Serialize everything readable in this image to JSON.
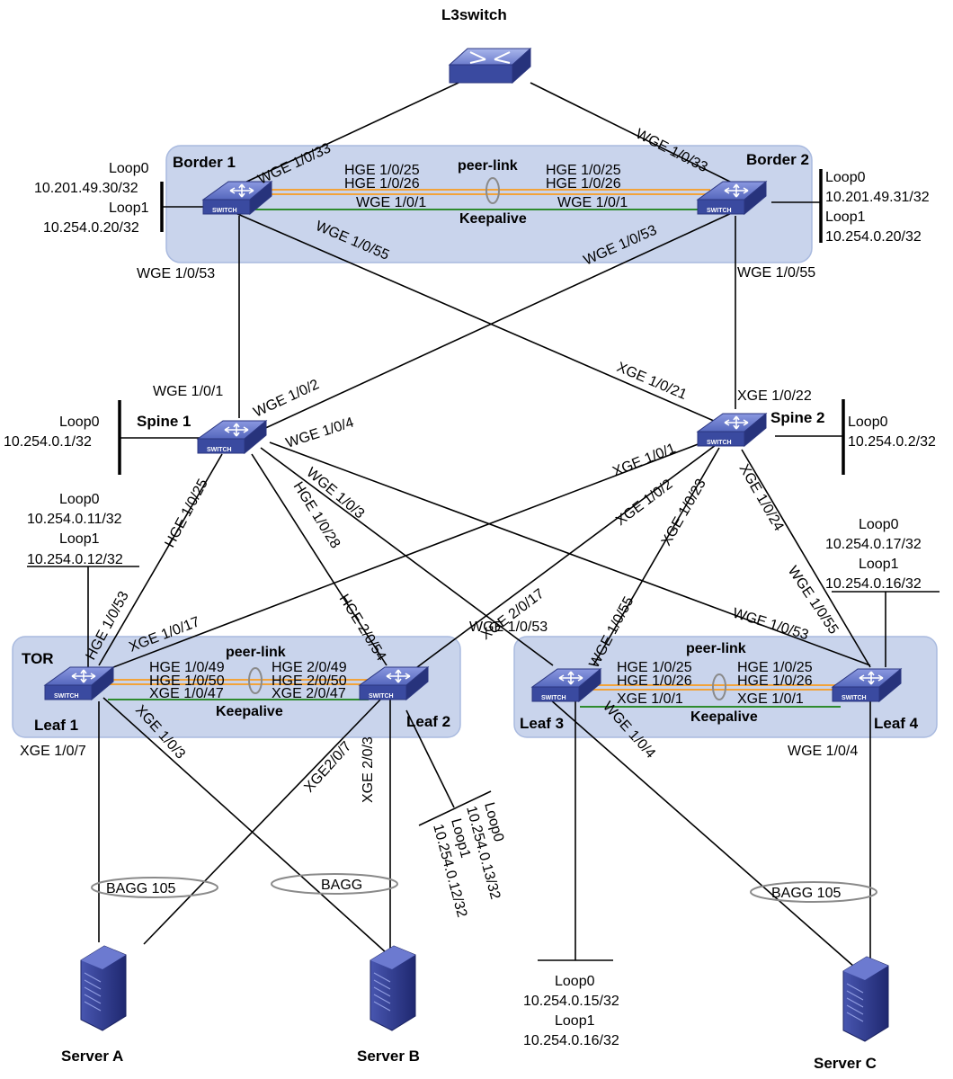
{
  "colors": {
    "region_fill": "#c9d4ec",
    "region_stroke": "#a9badf",
    "peer_link": "#f2a33a",
    "keepalive": "#2e8b2e",
    "switch_body": "#3a4aa0",
    "switch_top": "#6f7fcf",
    "server": "#2f3a8c",
    "bagg_ring": "#8a8a8a"
  },
  "icons": {
    "core": "router-icon",
    "switch": "switch-icon",
    "server": "server-icon"
  },
  "devices": {
    "l3switch": "L3switch",
    "border1": "Border 1",
    "border2": "Border 2",
    "spine1": "Spine 1",
    "spine2": "Spine 2",
    "tor": "TOR",
    "leaf1": "Leaf 1",
    "leaf2": "Leaf 2",
    "leaf3": "Leaf 3",
    "leaf4": "Leaf 4",
    "serverA": "Server A",
    "serverB": "Server B",
    "serverC": "Server C",
    "switch_badge": "SWITCH"
  },
  "ports": {
    "b1_up": "WGE 1/0/33",
    "b2_up": "WGE 1/0/33",
    "b1_hge25": "HGE 1/0/25",
    "b1_hge26": "HGE 1/0/26",
    "b2_hge25": "HGE 1/0/25",
    "b2_hge26": "HGE 1/0/26",
    "b1_wge1": "WGE 1/0/1",
    "b2_wge1": "WGE 1/0/1",
    "b1_53": "WGE 1/0/53",
    "b1_55": "WGE 1/0/55",
    "b2_53": "WGE 1/0/53",
    "b2_55": "WGE 1/0/55",
    "s1_wge1": "WGE 1/0/1",
    "s1_wge2": "WGE 1/0/2",
    "s2_xge21": "XGE 1/0/21",
    "s2_xge22": "XGE 1/0/22",
    "s1_hge25": "HGE 1/0/25",
    "s1_hge28": "HGE 1/0/28",
    "s1_wge3": "WGE 1/0/3",
    "s1_wge4": "WGE 1/0/4",
    "s2_xge1": "XGE 1/0/1",
    "s2_xge2": "XGE 1/0/2",
    "s2_xge23": "XGE 1/0/23",
    "s2_xge24": "XGE 1/0/24",
    "l1_hge53": "HGE 1/0/53",
    "l1_xge17": "XGE 1/0/17",
    "l2_hge54": "HGE 2/0/54",
    "l2_xge17": "XGE 2/0/17",
    "l3_wge53": "WGE 1/0/53",
    "l3_wge55": "WGE 1/0/55",
    "l4_wge53": "WGE 1/0/53",
    "l4_wge55": "WGE 1/0/55",
    "l1_hge49": "HGE 1/0/49",
    "l1_hge50": "HGE 1/0/50",
    "l2_hge49": "HGE 2/0/49",
    "l2_hge50": "HGE 2/0/50",
    "l1_xge47": "XGE 1/0/47",
    "l2_xge47": "XGE 2/0/47",
    "l3_hge25": "HGE 1/0/25",
    "l3_hge26": "HGE 1/0/26",
    "l4_hge25": "HGE 1/0/25",
    "l4_hge26": "HGE 1/0/26",
    "l3_xge1": "XGE 1/0/1",
    "l4_xge1": "XGE 1/0/1",
    "l1_xge7": "XGE 1/0/7",
    "l1_xge3": "XGE 1/0/3",
    "l2_xge7": "XGE2/0/7",
    "l2_xge3": "XGE 2/0/3",
    "l3_wge4": "WGE 1/0/4",
    "l4_wge4": "WGE 1/0/4"
  },
  "link_labels": {
    "peer_link_border": "peer-link",
    "keepalive_border": "Keepalive",
    "peer_link_tor": "peer-link",
    "keepalive_tor": "Keepalive",
    "peer_link_leaf34": "peer-link",
    "keepalive_leaf34": "Keepalive",
    "bagg_a": "BAGG 105",
    "bagg_b": "BAGG",
    "bagg_c": "BAGG 105"
  },
  "loopbacks": {
    "b1": [
      "Loop0",
      "10.201.49.30/32",
      "Loop1",
      "10.254.0.20/32"
    ],
    "b2": [
      "Loop0",
      "10.201.49.31/32",
      "Loop1",
      "10.254.0.20/32"
    ],
    "s1": [
      "Loop0",
      "10.254.0.1/32"
    ],
    "s2": [
      "Loop0",
      "10.254.0.2/32"
    ],
    "l1": [
      "Loop0",
      "10.254.0.11/32",
      "Loop1",
      "10.254.0.12/32"
    ],
    "l2": [
      "Loop0",
      "10.254.0.13/32",
      "Loop1",
      "10.254.0.12/32"
    ],
    "l3": [
      "Loop0",
      "10.254.0.15/32",
      "Loop1",
      "10.254.0.16/32"
    ],
    "l4": [
      "Loop0",
      "10.254.0.17/32",
      "Loop1",
      "10.254.0.16/32"
    ]
  }
}
